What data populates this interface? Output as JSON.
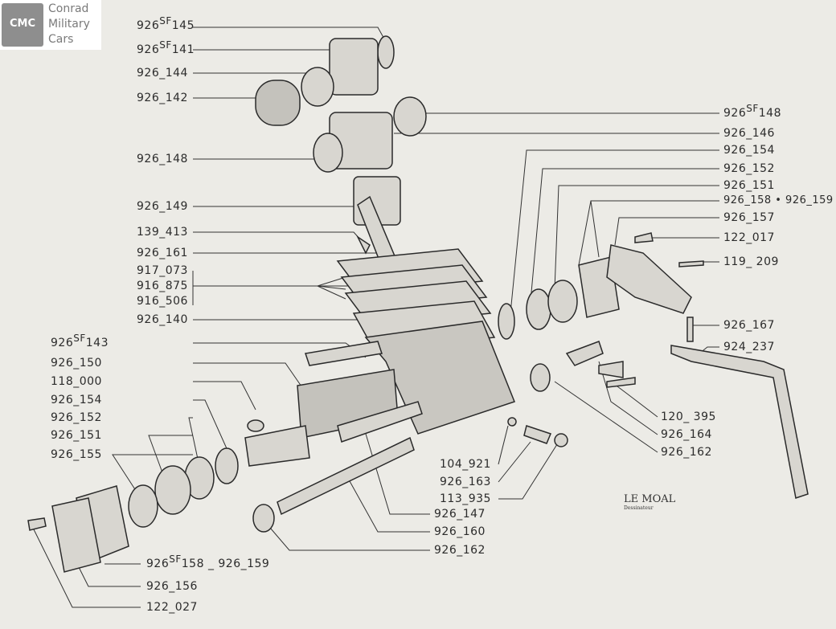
{
  "logo": {
    "badge": "CMC",
    "lines": [
      "Conrad",
      "Military",
      "Cars"
    ]
  },
  "signature": {
    "name": "LE MOAL",
    "role": "Dessinateur"
  },
  "labels": [
    {
      "id": "926-SF145",
      "prefix": "926",
      "sf": "SF",
      "suffix": "145"
    },
    {
      "id": "926-SF141",
      "prefix": "926",
      "sf": "SF",
      "suffix": "141"
    },
    {
      "id": "926-144",
      "prefix": "926_144"
    },
    {
      "id": "926-142",
      "prefix": "926_142"
    },
    {
      "id": "926-SF148",
      "prefix": "926",
      "sf": "SF",
      "suffix": "148"
    },
    {
      "id": "926-146",
      "prefix": "926_146"
    },
    {
      "id": "926-148",
      "prefix": "926_148"
    },
    {
      "id": "926-154-top",
      "prefix": "926_154"
    },
    {
      "id": "926-152-top",
      "prefix": "926_152"
    },
    {
      "id": "926-151-top",
      "prefix": "926_151"
    },
    {
      "id": "926-158-926-159",
      "prefix": "926_158 • 926_159"
    },
    {
      "id": "926-157",
      "prefix": "926_157"
    },
    {
      "id": "926-149",
      "prefix": "926_149"
    },
    {
      "id": "139-413",
      "prefix": "139_413"
    },
    {
      "id": "122-017",
      "prefix": "122_017"
    },
    {
      "id": "926-161",
      "prefix": "926_161"
    },
    {
      "id": "119-209",
      "prefix": "119_ 209"
    },
    {
      "id": "917-073",
      "prefix": "917_073"
    },
    {
      "id": "916-875",
      "prefix": "916_875"
    },
    {
      "id": "916-506",
      "prefix": "916_506"
    },
    {
      "id": "926-140",
      "prefix": "926_140"
    },
    {
      "id": "926-167",
      "prefix": "926_167"
    },
    {
      "id": "926-SF143",
      "prefix": "926",
      "sf": "SF",
      "suffix": "143"
    },
    {
      "id": "924-237",
      "prefix": "924_237"
    },
    {
      "id": "926-150",
      "prefix": "926_150"
    },
    {
      "id": "118-000",
      "prefix": "118_000"
    },
    {
      "id": "926-154-bot",
      "prefix": "926_154"
    },
    {
      "id": "926-152-bot",
      "prefix": "926_152"
    },
    {
      "id": "120-395",
      "prefix": "120_ 395"
    },
    {
      "id": "926-151-bot",
      "prefix": "926_151"
    },
    {
      "id": "926-164",
      "prefix": "926_164"
    },
    {
      "id": "926-155",
      "prefix": "926_155"
    },
    {
      "id": "926-162-right",
      "prefix": "926_162"
    },
    {
      "id": "104-921",
      "prefix": "104_921"
    },
    {
      "id": "926-163",
      "prefix": "926_163"
    },
    {
      "id": "113-935",
      "prefix": "113_935"
    },
    {
      "id": "926-147",
      "prefix": "926_147"
    },
    {
      "id": "926-160",
      "prefix": "926_160"
    },
    {
      "id": "926-162-bot",
      "prefix": "926_162"
    },
    {
      "id": "926-SF158-926-159",
      "prefix": "926",
      "sf": "SF",
      "suffix": "158 _ 926_159"
    },
    {
      "id": "926-156",
      "prefix": "926_156"
    },
    {
      "id": "122-027",
      "prefix": "122_027"
    }
  ]
}
